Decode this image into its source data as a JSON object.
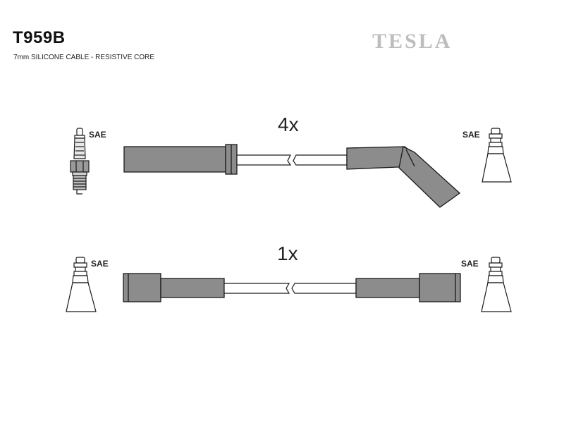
{
  "header": {
    "part_number": "T959B",
    "spec": "7mm SILICONE CABLE - RESISTIVE CORE",
    "brand": "TESLA"
  },
  "sets": [
    {
      "quantity": "4x",
      "left_connector": "SAE",
      "right_connector": "SAE"
    },
    {
      "quantity": "1x",
      "left_connector": "SAE",
      "right_connector": "SAE"
    }
  ],
  "colors": {
    "boot_fill": "#8c8c8c",
    "outline": "#1a1a1a",
    "brand_gray": "#bdbdbd"
  }
}
